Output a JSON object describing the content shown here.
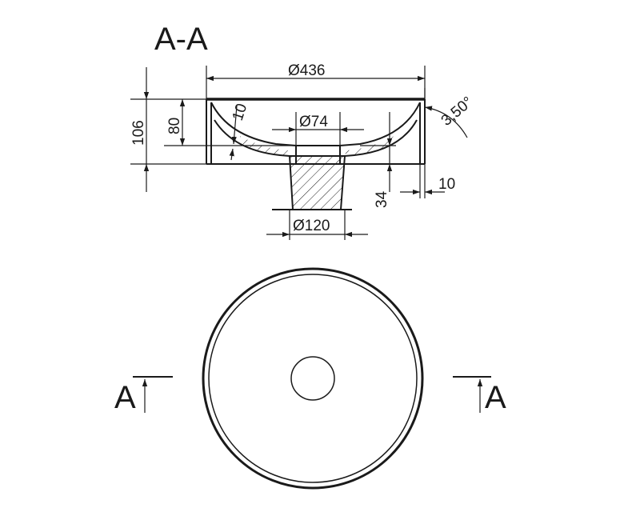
{
  "section_title": "A-A",
  "dimensions": {
    "outer_diameter": "Ø436",
    "drain_diameter": "Ø74",
    "base_diameter": "Ø120",
    "total_height": "106",
    "bowl_depth": "80",
    "wall_thickness": "10",
    "base_height": "34",
    "rim_thickness": "10",
    "taper_angle": "3,50°"
  },
  "section_markers": {
    "left": "A",
    "right": "A"
  }
}
